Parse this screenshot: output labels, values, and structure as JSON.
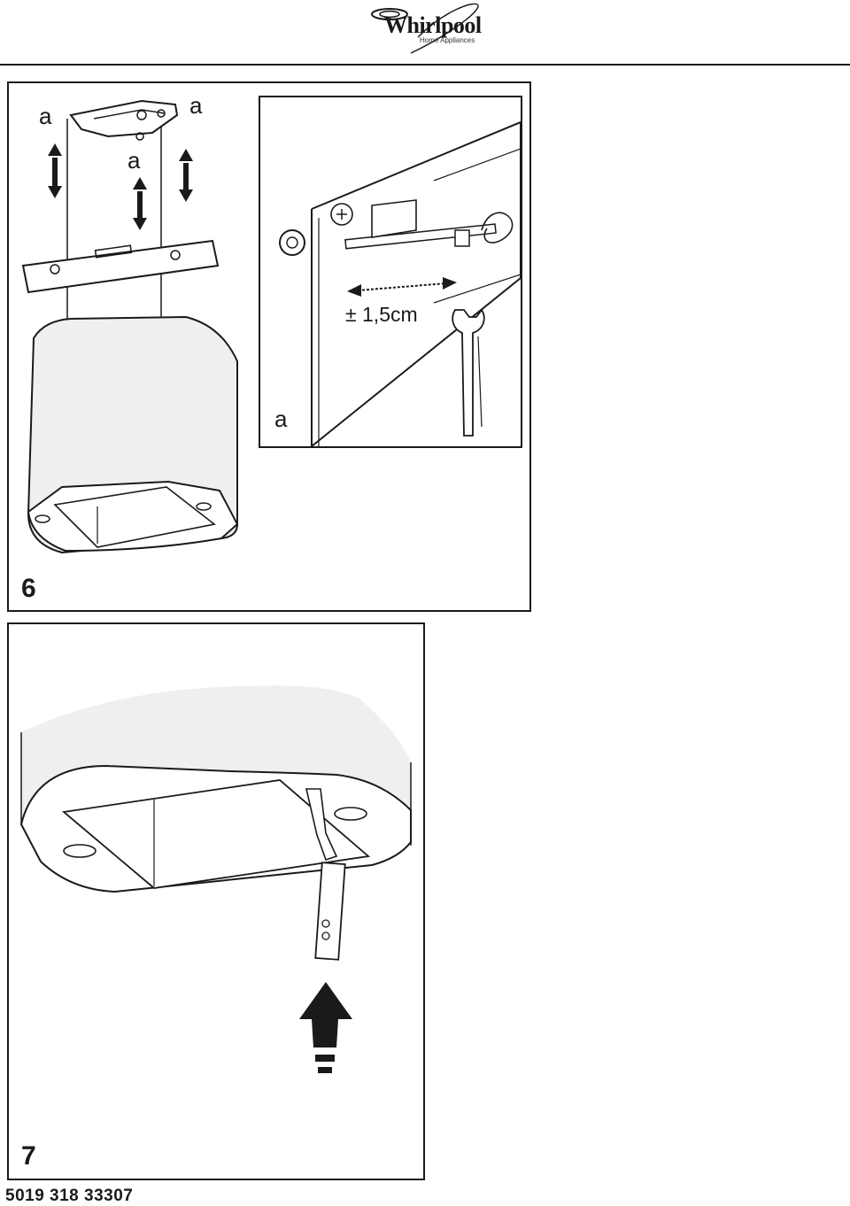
{
  "header": {
    "brand": "Whirlpool",
    "brand_sub": "Home Appliances"
  },
  "figure6": {
    "number": "6",
    "label_a_left": "a",
    "label_a_right": "a",
    "label_a_center": "a",
    "inset": {
      "measurement": "± 1,5cm",
      "label_a": "a"
    }
  },
  "figure7": {
    "number": "7"
  },
  "footer": {
    "document_code": "5019 318 33307"
  }
}
